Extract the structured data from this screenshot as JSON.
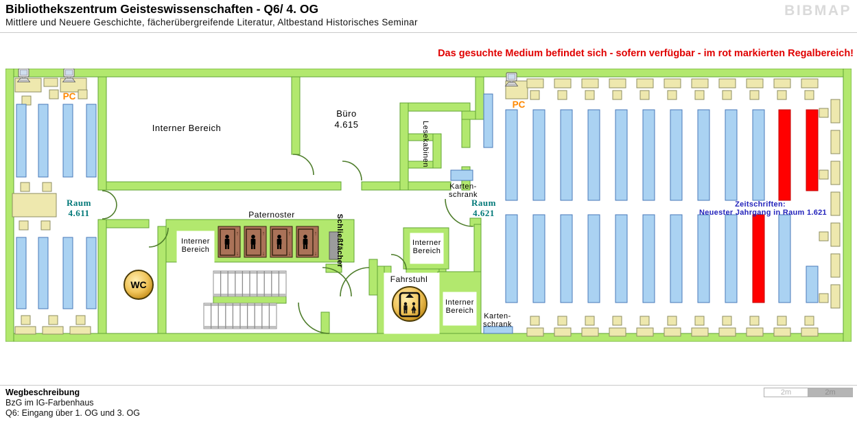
{
  "header": {
    "title": "Bibliothekszentrum Geisteswissenschaften -  Q6/ 4. OG",
    "subtitle": "Mittlere und Neuere Geschichte, fächerübergreifende Literatur, Altbestand Historisches Seminar",
    "logo": "BIBMAP"
  },
  "notice": "Das gesuchte Medium befindet sich - sofern verfügbar -  im rot markierten Regalbereich!",
  "rooms": {
    "raum_4611": {
      "name": "Raum",
      "number": "4.611"
    },
    "raum_4621": {
      "name": "Raum",
      "number": "4.621"
    },
    "interner_bereich": "Interner Bereich",
    "interner_line1": "Interner",
    "interner_line2": "Bereich",
    "buero": {
      "name": "Büro",
      "number": "4.615"
    },
    "lesekabinen": "Lesekabinen",
    "kartenschrank_line1": "Karten-",
    "kartenschrank_line2": "schrank",
    "paternoster": "Paternoster",
    "schliessfaecher": "Schließfächer",
    "fahrstuhl": "Fahrstuhl",
    "wc": "WC",
    "pc": "PC"
  },
  "annotations": {
    "zeitschriften_line1": "Zeitschriften:",
    "zeitschriften_line2": "Neuester Jahrgang in Raum  1.621"
  },
  "footer": {
    "heading": "Wegbeschreibung",
    "line1": "BzG im IG-Farbenhaus",
    "line2": "Q6: Eingang über 1. OG und 3. OG"
  },
  "scalebar": {
    "left": "2m",
    "right": "2m"
  },
  "colors": {
    "wall_fill": "#b2e86e",
    "wall_stroke": "#62a335",
    "shelf_fill": "#aad2f2",
    "shelf_stroke": "#4878b8",
    "highlight_fill": "#ff0000",
    "highlight_stroke": "#c00000",
    "table_fill": "#eee8ae",
    "table_stroke": "#8e8e62",
    "cabin_fill": "#aa7258",
    "cabin_stroke": "#33200f",
    "locker_fill": "#9c9c9c",
    "locker_stroke": "#5a5a5a",
    "gold_inner": "#ffe9a8",
    "gold_outer": "#c8940e",
    "teal_text": "#007878",
    "orange_text": "#ff8800",
    "notice_text": "#e00000",
    "annotation_text": "#2323bb",
    "stair_stroke": "#8c8c8c"
  }
}
